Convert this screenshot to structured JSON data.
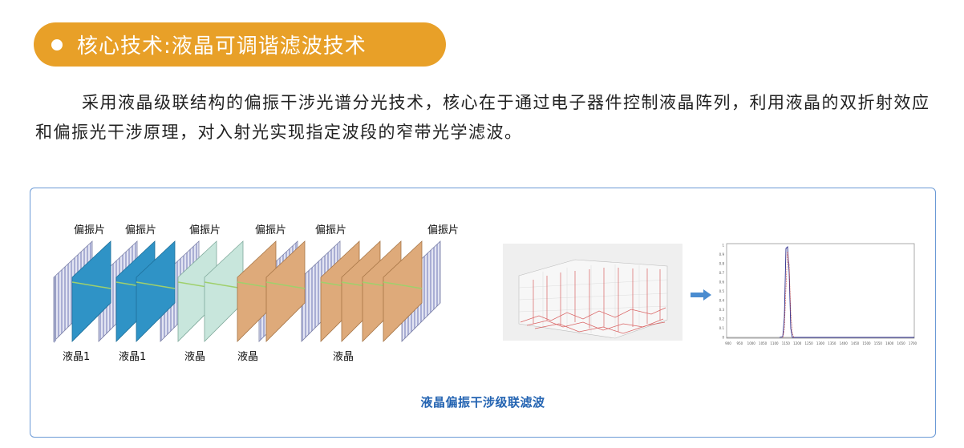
{
  "section": {
    "title": "核心技术:液晶可调谐滤波技术",
    "intro": "采用液晶级联结构的偏振干涉光谱分光技术，核心在于通过电子器件控制液晶阵列，利用液晶的双折射效应和偏振光干涉原理，对入射光实现指定波段的窄带光学滤波。"
  },
  "figure": {
    "caption": "液晶偏振干涉级联滤波",
    "polarizer_labels": [
      "偏振片",
      "偏振片",
      "偏振片",
      "偏振片",
      "偏振片",
      "偏振片"
    ],
    "crystal_labels": [
      "液晶1",
      "液晶1",
      "液晶",
      "液晶",
      "液晶"
    ],
    "panel_colors": {
      "polarizer": "#c9cde6",
      "crystal_blue": "#2f93c6",
      "crystal_pale": "#c8e6dc",
      "crystal_tan": "#deaa7a"
    },
    "spectrum_axis": {
      "y_ticks": [
        "1",
        "0.9",
        "0.8",
        "0.7",
        "0.6",
        "0.5",
        "0.4",
        "0.3",
        "0.2",
        "0.1",
        "0"
      ],
      "x_ticks": [
        "900",
        "950",
        "1000",
        "1050",
        "1100",
        "1150",
        "1200",
        "1250",
        "1300",
        "1350",
        "1400",
        "1450",
        "1500",
        "1550",
        "1600",
        "1650",
        "1700"
      ]
    }
  },
  "colors": {
    "accent": "#e8a028",
    "caption": "#2464b2",
    "panel_border": "#6b9ad6",
    "arrow": "#4a8cd0"
  }
}
